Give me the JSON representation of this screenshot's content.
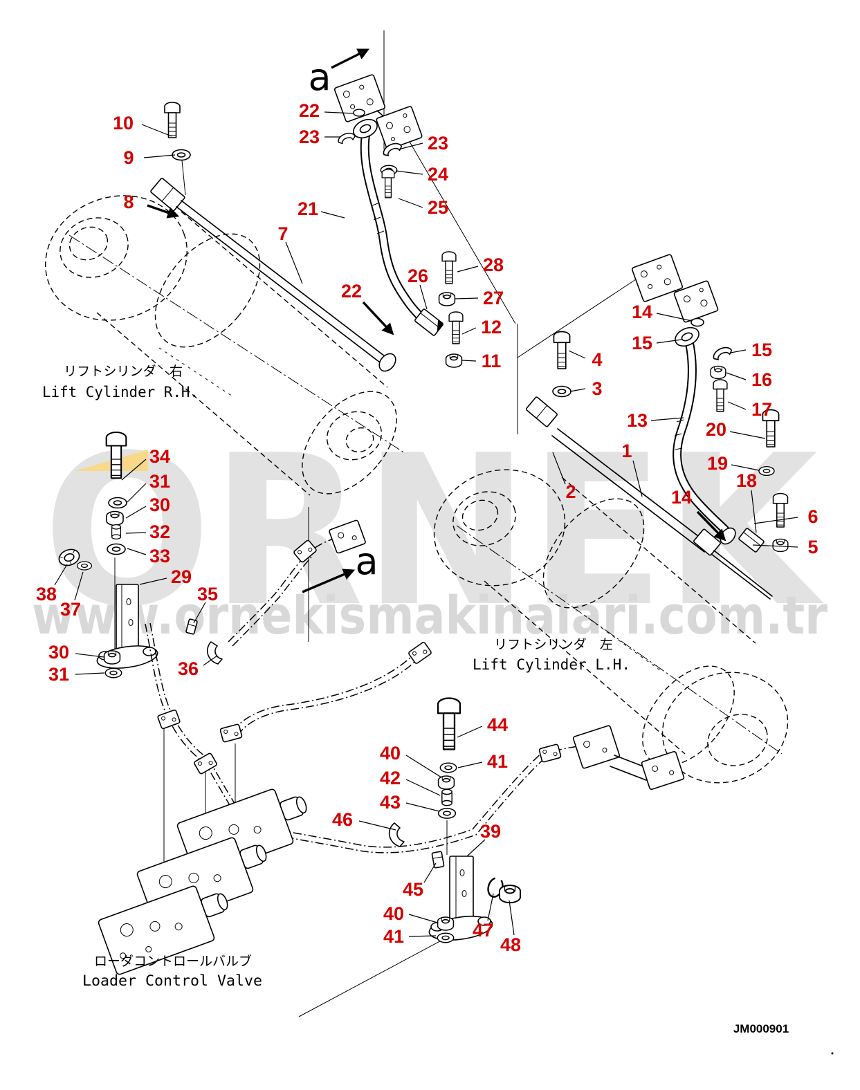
{
  "page": {
    "background_color": "#ffffff",
    "drawing_code": "JM000901"
  },
  "colors": {
    "callout_red": "#d40000",
    "line_black": "#000000",
    "watermark_gray": "#e2e2e2",
    "watermark_url_gray": "#d8d8d8",
    "highlight_yellow": "#f8d98a"
  },
  "watermark": {
    "brand": "ORNEK",
    "url": "www.ornekismakinalari.com.tr"
  },
  "view_markers": [
    {
      "label": "a"
    },
    {
      "label": "a"
    }
  ],
  "labels": {
    "lift_cylinder_rh": {
      "jp": "リフトシリンダ　右",
      "en": "Lift Cylinder R.H."
    },
    "lift_cylinder_lh": {
      "jp": "リフトシリンダ　左",
      "en": "Lift Cylinder L.H."
    },
    "loader_control_valve": {
      "jp": "ローダコントロールバルブ",
      "en": "Loader Control Valve"
    }
  },
  "callouts": [
    {
      "part": "10"
    },
    {
      "part": "9"
    },
    {
      "part": "8"
    },
    {
      "part": "22"
    },
    {
      "part": "23"
    },
    {
      "part": "23"
    },
    {
      "part": "24"
    },
    {
      "part": "25"
    },
    {
      "part": "21"
    },
    {
      "part": "7"
    },
    {
      "part": "26"
    },
    {
      "part": "28"
    },
    {
      "part": "27"
    },
    {
      "part": "12"
    },
    {
      "part": "11"
    },
    {
      "part": "22"
    },
    {
      "part": "14"
    },
    {
      "part": "15"
    },
    {
      "part": "15"
    },
    {
      "part": "16"
    },
    {
      "part": "17"
    },
    {
      "part": "4"
    },
    {
      "part": "3"
    },
    {
      "part": "13"
    },
    {
      "part": "20"
    },
    {
      "part": "1"
    },
    {
      "part": "19"
    },
    {
      "part": "18"
    },
    {
      "part": "2"
    },
    {
      "part": "14"
    },
    {
      "part": "6"
    },
    {
      "part": "5"
    },
    {
      "part": "34"
    },
    {
      "part": "31"
    },
    {
      "part": "30"
    },
    {
      "part": "32"
    },
    {
      "part": "33"
    },
    {
      "part": "29"
    },
    {
      "part": "35"
    },
    {
      "part": "38"
    },
    {
      "part": "37"
    },
    {
      "part": "30"
    },
    {
      "part": "31"
    },
    {
      "part": "36"
    },
    {
      "part": "44"
    },
    {
      "part": "40"
    },
    {
      "part": "41"
    },
    {
      "part": "42"
    },
    {
      "part": "43"
    },
    {
      "part": "46"
    },
    {
      "part": "39"
    },
    {
      "part": "45"
    },
    {
      "part": "40"
    },
    {
      "part": "41"
    },
    {
      "part": "47"
    },
    {
      "part": "48"
    }
  ]
}
